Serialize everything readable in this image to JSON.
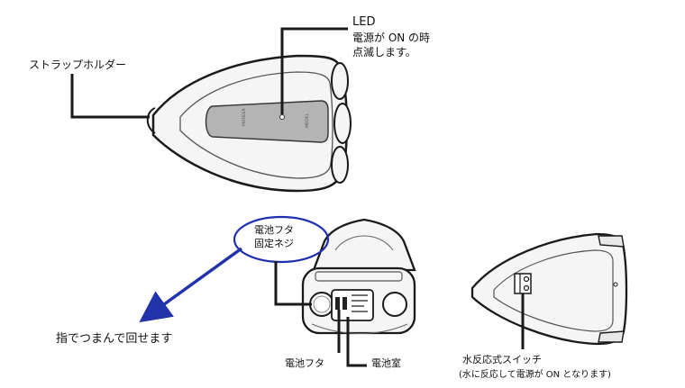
{
  "labels": {
    "led_title": "LED",
    "led_line1": "電源が ON の時",
    "led_line2": "点滅します。",
    "strap_holder": "ストラップホルダー",
    "battery_cover_screw_line1": "電池フタ",
    "battery_cover_screw_line2": "固定ネジ",
    "turn_with_fingers": "指でつまんで回せます",
    "battery_cover": "電池フタ",
    "battery_compartment": "電池室",
    "water_switch_line1": "水反応式スイッチ",
    "water_switch_line2": "(水に反応して電源が ON となります)"
  },
  "colors": {
    "outline": "#1a1a1a",
    "body_fill": "#f4f4f4",
    "panel_fill": "#b4b4b4",
    "ellipse_callout": "#1f2fb0",
    "arrow": "#2233aa"
  }
}
